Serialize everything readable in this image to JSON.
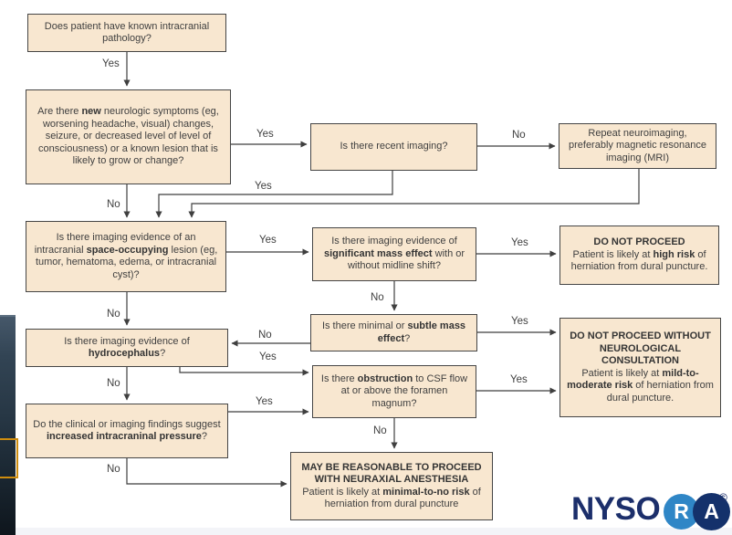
{
  "flowchart": {
    "nodes": {
      "pathology": {
        "segments": [
          {
            "t": "Does patient have known intracranial pathology?"
          }
        ]
      },
      "symptoms": {
        "segments": [
          {
            "t": "Are there "
          },
          {
            "t": "new",
            "b": true
          },
          {
            "t": " neurologic symptoms (eg, worsening headache, visual) changes, seizure, or decreased level of level of consciousness) or a known lesion that is likely to grow or change?"
          }
        ]
      },
      "recent_imaging": {
        "segments": [
          {
            "t": "Is there recent imaging?"
          }
        ]
      },
      "repeat_imaging": {
        "segments": [
          {
            "t": "Repeat neuroimaging, preferably magnetic resonance imaging (MRI)"
          }
        ]
      },
      "lesion": {
        "segments": [
          {
            "t": "Is there imaging evidence of an intracranial "
          },
          {
            "t": "space-occupying",
            "b": true
          },
          {
            "t": " lesion (eg, tumor, hematoma, edema, or intracranial cyst)?"
          }
        ]
      },
      "mass_effect": {
        "segments": [
          {
            "t": "Is there imaging evidence of "
          },
          {
            "t": "significant mass effect",
            "b": true
          },
          {
            "t": " with or without midline shift?"
          }
        ]
      },
      "do_not_proceed": {
        "segments": [
          {
            "t": "DO NOT PROCEED",
            "b": true
          },
          {
            "br": true
          },
          {
            "t": "Patient is likely at "
          },
          {
            "t": "high risk",
            "b": true
          },
          {
            "t": " of herniation from dural puncture."
          }
        ]
      },
      "subtle_mass": {
        "segments": [
          {
            "t": "Is there minimal or "
          },
          {
            "t": "subtle mass effect",
            "b": true
          },
          {
            "t": "?"
          }
        ]
      },
      "hydrocephalus": {
        "segments": [
          {
            "t": "Is there imaging evidence of "
          },
          {
            "t": "hydrocephalus",
            "b": true
          },
          {
            "t": "?"
          }
        ]
      },
      "obstruction": {
        "segments": [
          {
            "t": "Is there "
          },
          {
            "t": "obstruction",
            "b": true
          },
          {
            "t": " to CSF flow at or above the foramen magnum?"
          }
        ]
      },
      "consult": {
        "segments": [
          {
            "t": "DO NOT PROCEED WITHOUT NEUROLOGICAL CONSULTATION",
            "b": true
          },
          {
            "br": true
          },
          {
            "t": "Patient is likely at "
          },
          {
            "t": "mild-to-moderate risk",
            "b": true
          },
          {
            "t": " of herniation from dural puncture."
          }
        ]
      },
      "icp": {
        "segments": [
          {
            "t": "Do the clinical or imaging findings suggest "
          },
          {
            "t": "increased intracraninal pressure",
            "b": true
          },
          {
            "t": "?"
          }
        ]
      },
      "proceed": {
        "segments": [
          {
            "t": "MAY BE REASONABLE TO PROCEED WITH NEURAXIAL ANESTHESIA",
            "b": true
          },
          {
            "br": true
          },
          {
            "t": "Patient is likely at "
          },
          {
            "t": "minimal-to-no risk",
            "b": true
          },
          {
            "t": " of herniation from dural puncture"
          }
        ]
      }
    },
    "edge_labels": [
      {
        "text": "Yes"
      },
      {
        "text": "Yes"
      },
      {
        "text": "No"
      },
      {
        "text": "Yes"
      },
      {
        "text": "No"
      },
      {
        "text": "Yes"
      },
      {
        "text": "Yes"
      },
      {
        "text": "No"
      },
      {
        "text": "No"
      },
      {
        "text": "Yes"
      },
      {
        "text": "No"
      },
      {
        "text": "Yes"
      },
      {
        "text": "No"
      },
      {
        "text": "Yes"
      },
      {
        "text": "Yes"
      },
      {
        "text": "No"
      },
      {
        "text": "No"
      }
    ]
  },
  "logo": {
    "wordmark": "NYSO",
    "r": "R",
    "a": "A",
    "copyright": "©"
  },
  "colors": {
    "box_fill": "#f8e7d0",
    "box_border": "#454545",
    "text": "#3f3f3f",
    "connector": "#3f3f3f",
    "logo_navy": "#1c2f6b",
    "logo_light_blue": "#2f86c6",
    "accent_orange": "#cf8d0e"
  }
}
